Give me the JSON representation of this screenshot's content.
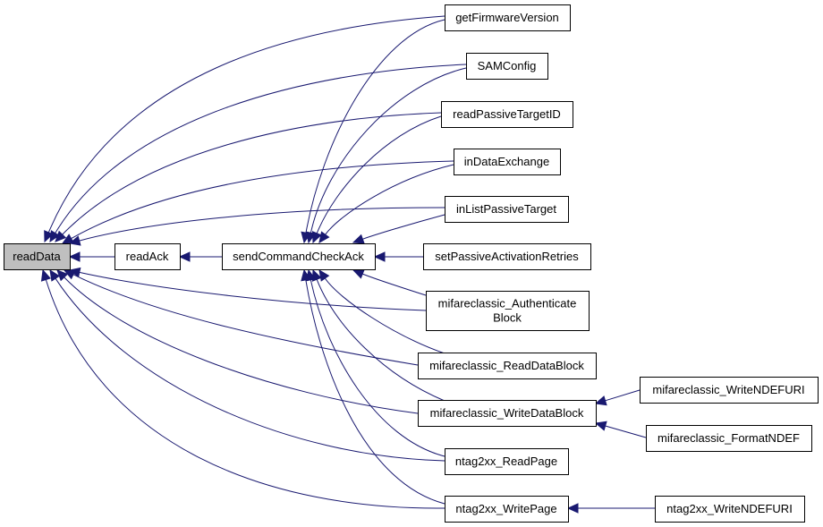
{
  "diagram": {
    "type": "caller-graph",
    "colors": {
      "edge": "#191970",
      "node_fill": "#ffffff",
      "root_fill": "#bfbfbf",
      "node_border": "#000000"
    },
    "nodes": [
      {
        "id": "readData",
        "lines": [
          "readData"
        ],
        "root": true
      },
      {
        "id": "readAck",
        "lines": [
          "readAck"
        ]
      },
      {
        "id": "sendCommandCheckAck",
        "lines": [
          "sendCommandCheckAck"
        ]
      },
      {
        "id": "getFirmwareVersion",
        "lines": [
          "getFirmwareVersion"
        ]
      },
      {
        "id": "SAMConfig",
        "lines": [
          "SAMConfig"
        ]
      },
      {
        "id": "readPassiveTargetID",
        "lines": [
          "readPassiveTargetID"
        ]
      },
      {
        "id": "inDataExchange",
        "lines": [
          "inDataExchange"
        ]
      },
      {
        "id": "inListPassiveTarget",
        "lines": [
          "inListPassiveTarget"
        ]
      },
      {
        "id": "setPassiveActivationRetries",
        "lines": [
          "setPassiveActivationRetries"
        ]
      },
      {
        "id": "mifareclassic_AuthenticateBlock",
        "lines": [
          "mifareclassic_Authenticate",
          "Block"
        ]
      },
      {
        "id": "mifareclassic_ReadDataBlock",
        "lines": [
          "mifareclassic_ReadDataBlock"
        ]
      },
      {
        "id": "mifareclassic_WriteDataBlock",
        "lines": [
          "mifareclassic_WriteDataBlock"
        ]
      },
      {
        "id": "ntag2xx_ReadPage",
        "lines": [
          "ntag2xx_ReadPage"
        ]
      },
      {
        "id": "ntag2xx_WritePage",
        "lines": [
          "ntag2xx_WritePage"
        ]
      },
      {
        "id": "mifareclassic_WriteNDEFURI",
        "lines": [
          "mifareclassic_WriteNDEFURI"
        ]
      },
      {
        "id": "mifareclassic_FormatNDEF",
        "lines": [
          "mifareclassic_FormatNDEF"
        ]
      },
      {
        "id": "ntag2xx_WriteNDEFURI",
        "lines": [
          "ntag2xx_WriteNDEFURI"
        ]
      }
    ],
    "edges": [
      {
        "from": "readAck",
        "to": "readData"
      },
      {
        "from": "sendCommandCheckAck",
        "to": "readAck"
      },
      {
        "from": "getFirmwareVersion",
        "to": "readData"
      },
      {
        "from": "SAMConfig",
        "to": "readData"
      },
      {
        "from": "readPassiveTargetID",
        "to": "readData"
      },
      {
        "from": "inDataExchange",
        "to": "readData"
      },
      {
        "from": "inListPassiveTarget",
        "to": "readData"
      },
      {
        "from": "mifareclassic_AuthenticateBlock",
        "to": "readData"
      },
      {
        "from": "mifareclassic_ReadDataBlock",
        "to": "readData"
      },
      {
        "from": "mifareclassic_WriteDataBlock",
        "to": "readData"
      },
      {
        "from": "ntag2xx_ReadPage",
        "to": "readData"
      },
      {
        "from": "ntag2xx_WritePage",
        "to": "readData"
      },
      {
        "from": "getFirmwareVersion",
        "to": "sendCommandCheckAck"
      },
      {
        "from": "SAMConfig",
        "to": "sendCommandCheckAck"
      },
      {
        "from": "readPassiveTargetID",
        "to": "sendCommandCheckAck"
      },
      {
        "from": "inDataExchange",
        "to": "sendCommandCheckAck"
      },
      {
        "from": "inListPassiveTarget",
        "to": "sendCommandCheckAck"
      },
      {
        "from": "setPassiveActivationRetries",
        "to": "sendCommandCheckAck"
      },
      {
        "from": "mifareclassic_AuthenticateBlock",
        "to": "sendCommandCheckAck"
      },
      {
        "from": "mifareclassic_ReadDataBlock",
        "to": "sendCommandCheckAck"
      },
      {
        "from": "mifareclassic_WriteDataBlock",
        "to": "sendCommandCheckAck"
      },
      {
        "from": "ntag2xx_ReadPage",
        "to": "sendCommandCheckAck"
      },
      {
        "from": "ntag2xx_WritePage",
        "to": "sendCommandCheckAck"
      },
      {
        "from": "mifareclassic_WriteNDEFURI",
        "to": "mifareclassic_WriteDataBlock"
      },
      {
        "from": "mifareclassic_FormatNDEF",
        "to": "mifareclassic_WriteDataBlock"
      },
      {
        "from": "ntag2xx_WriteNDEFURI",
        "to": "ntag2xx_WritePage"
      }
    ]
  }
}
